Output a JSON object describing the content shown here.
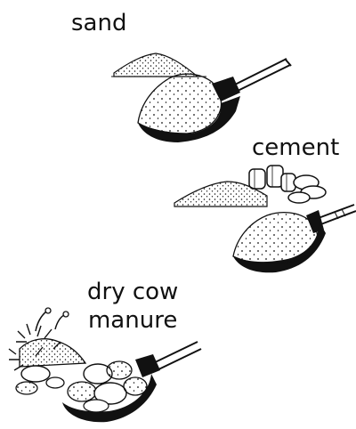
{
  "labels": {
    "sand": "sand",
    "cement": "cement",
    "manure_line1": "dry cow",
    "manure_line2": "manure"
  },
  "colors": {
    "ink": "#111111",
    "background": "#ffffff"
  }
}
